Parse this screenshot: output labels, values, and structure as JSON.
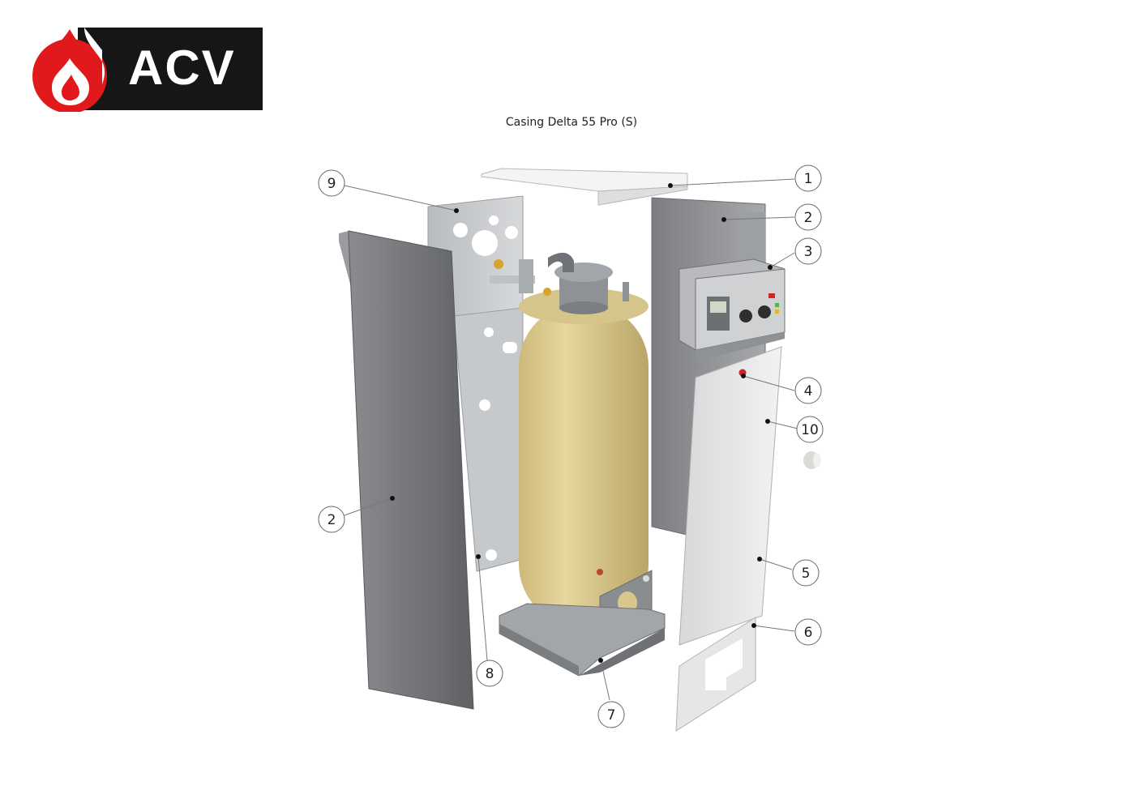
{
  "logo": {
    "text": "ACV",
    "brand_red": "#e2191c",
    "bar_color": "#161616"
  },
  "title": "Casing Delta 55 Pro (S)",
  "callouts": [
    {
      "id": "c1",
      "label": "1"
    },
    {
      "id": "c2a",
      "label": "2"
    },
    {
      "id": "c3",
      "label": "3"
    },
    {
      "id": "c4",
      "label": "4"
    },
    {
      "id": "c10",
      "label": "10"
    },
    {
      "id": "c5",
      "label": "5"
    },
    {
      "id": "c6",
      "label": "6"
    },
    {
      "id": "c7",
      "label": "7"
    },
    {
      "id": "c8",
      "label": "8"
    },
    {
      "id": "c2b",
      "label": "2"
    },
    {
      "id": "c9",
      "label": "9"
    }
  ],
  "colors": {
    "tank": "#d9c98c",
    "panel_dark": "#6f7174",
    "panel_light": "#e4e4e4",
    "steel": "#c3c6c9"
  }
}
